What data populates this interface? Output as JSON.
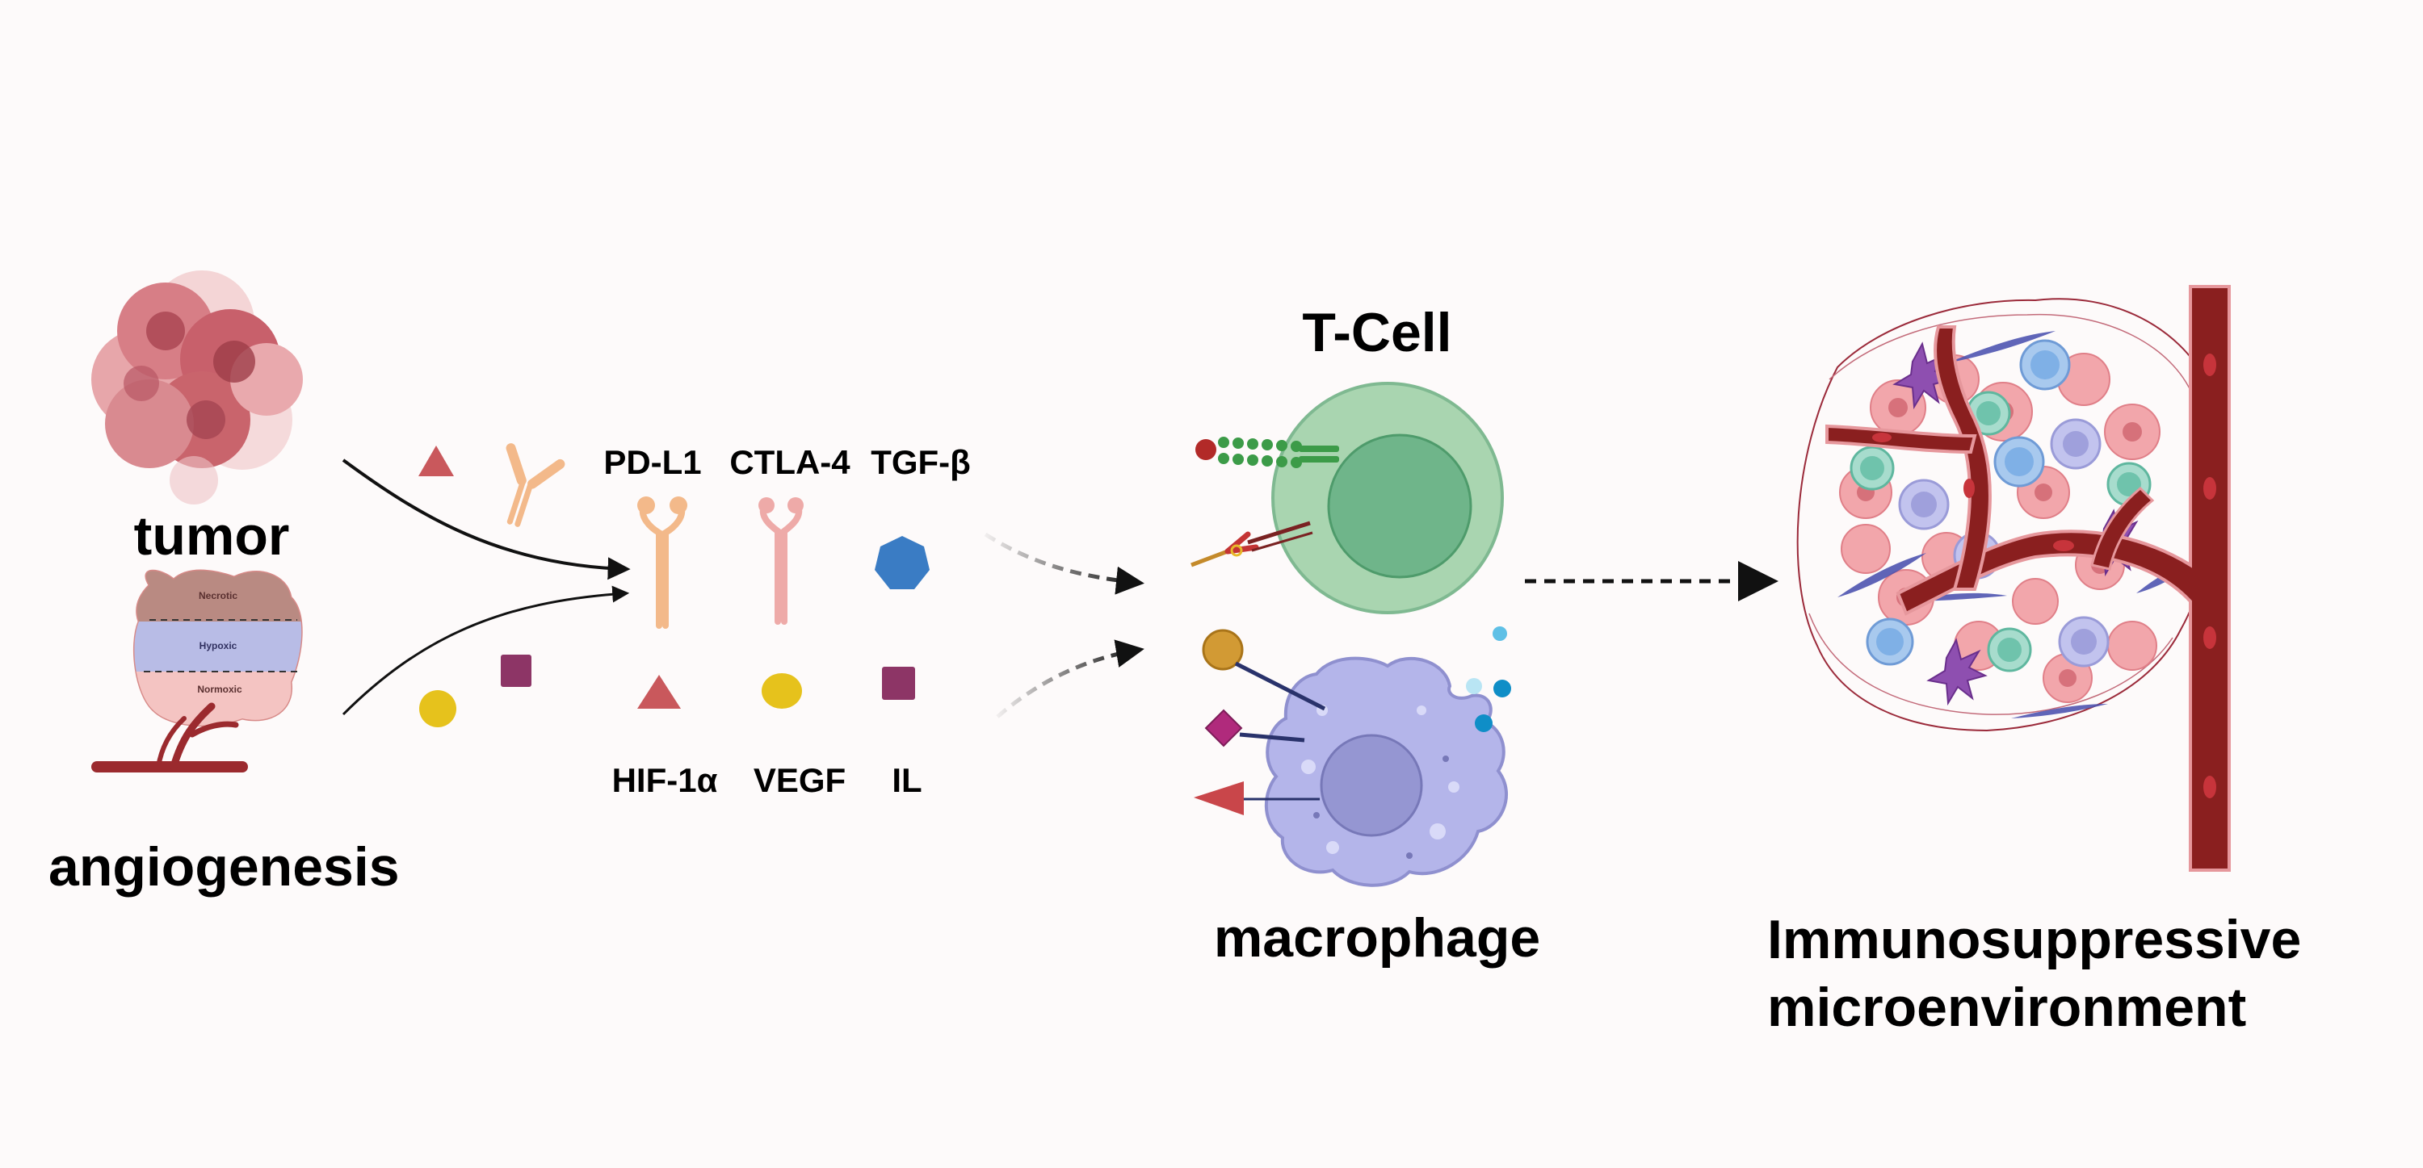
{
  "labels": {
    "tumor": "tumor",
    "angiogenesis": "angiogenesis",
    "t_cell": "T-Cell",
    "macrophage": "macrophage",
    "immuno_line1": "Immunosuppressive",
    "immuno_line2": "microenvironment"
  },
  "tumor_zones": {
    "necrotic": "Necrotic",
    "hypoxic": "Hypoxic",
    "normoxic": "Normoxic"
  },
  "factors": {
    "pd_l1": "PD-L1",
    "ctla_4": "CTLA-4",
    "tgf_beta": "TGF-β",
    "hif_1a": "HIF-1α",
    "vegf": "VEGF",
    "il": "IL"
  },
  "colors": {
    "background": "#fdfafa",
    "tumor_cell": "#c9646c",
    "triangle": "#c9585c",
    "receptor": "#f3b98a",
    "ctla_receptor": "#eeaaa8",
    "hexagon": "#3a7cc4",
    "vegf_dot": "#e6c21c",
    "il_square": "#8d3566",
    "t_cell_outer": "#a9d5b0",
    "t_cell_nucleus": "#6fb58a",
    "macrophage": "#b4b5ea",
    "macrophage_nucleus": "#9596d2",
    "vessel": "#8a1f1f",
    "vessel_edge": "#e6979c"
  },
  "icons": [
    "tumor-cluster-icon",
    "tumor-zones-icon",
    "blood-vessel-icon",
    "triangle-ligand-icon",
    "y-receptor-icon",
    "heptagon-icon",
    "yellow-dot-icon",
    "purple-square-icon",
    "t-cell-icon",
    "macrophage-icon",
    "antibody-icon",
    "immune-microenvironment-icon",
    "arrow-icon"
  ]
}
